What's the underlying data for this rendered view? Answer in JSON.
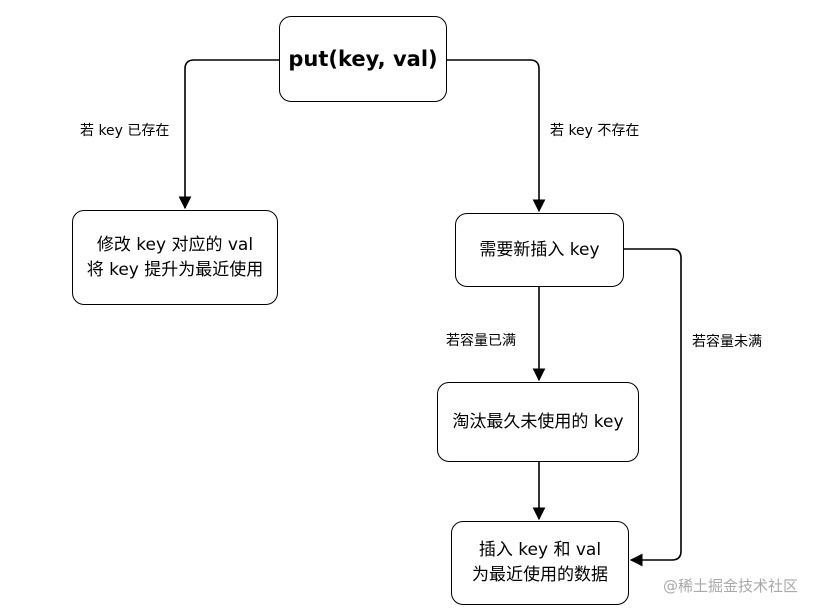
{
  "nodes": {
    "put": "put(key, val)",
    "modify_line1": "修改 key 对应的 val",
    "modify_line2": "将 key 提升为最近使用",
    "need_insert": "需要新插入 key",
    "evict": "淘汰最久未使用的 key",
    "insert_line1": "插入 key 和 val",
    "insert_line2": "为最近使用的数据"
  },
  "edges": {
    "key_exists": "若 key 已存在",
    "key_not_exists": "若 key 不存在",
    "capacity_full": "若容量已满",
    "capacity_not_full": "若容量未满"
  },
  "watermark": "@稀土掘金技术社区"
}
